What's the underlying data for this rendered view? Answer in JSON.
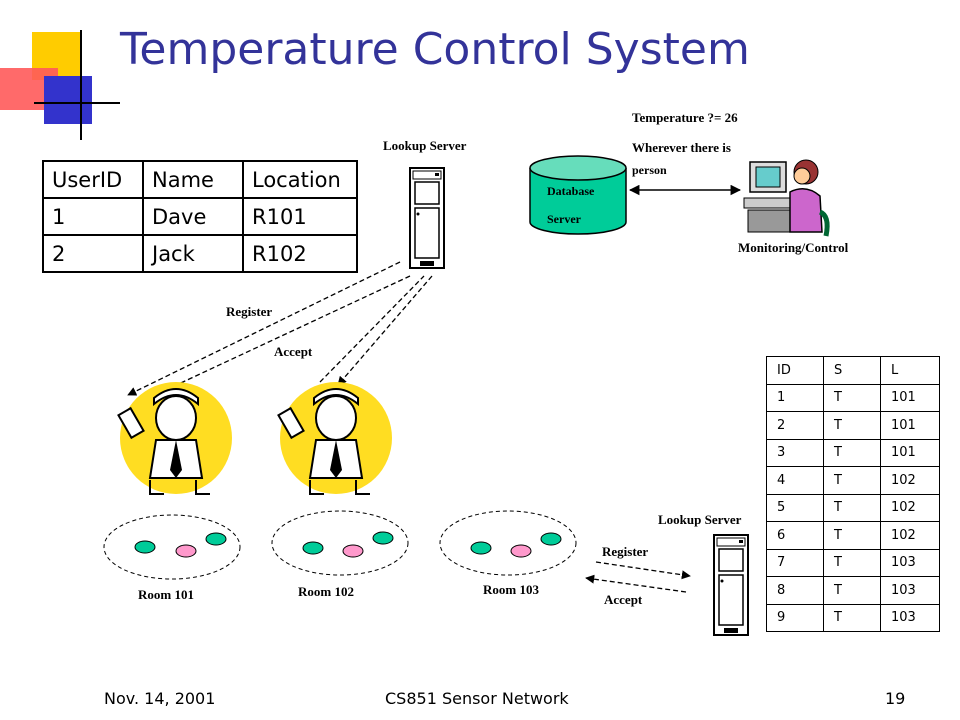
{
  "slide": {
    "title": "Temperature Control System",
    "footer_left": "Nov. 14, 2001",
    "footer_center": "CS851 Sensor Network",
    "footer_right": "19"
  },
  "user_table": {
    "headers": [
      "UserID",
      "Name",
      "Location"
    ],
    "rows": [
      [
        "1",
        "Dave",
        "R101"
      ],
      [
        "2",
        "Jack",
        "R102"
      ]
    ]
  },
  "sensor_table": {
    "headers": [
      "ID",
      "S",
      "L"
    ],
    "rows": [
      [
        "1",
        "T",
        "101"
      ],
      [
        "2",
        "T",
        "101"
      ],
      [
        "3",
        "T",
        "101"
      ],
      [
        "4",
        "T",
        "102"
      ],
      [
        "5",
        "T",
        "102"
      ],
      [
        "6",
        "T",
        "102"
      ],
      [
        "7",
        "T",
        "103"
      ],
      [
        "8",
        "T",
        "103"
      ],
      [
        "9",
        "T",
        "103"
      ]
    ]
  },
  "labels": {
    "lookup_server_top": "Lookup Server",
    "lookup_server_bottom": "Lookup Server",
    "database_line1": "Database",
    "database_line2": "Server",
    "query_line1": "Temperature ?= 26",
    "query_line2": "Wherever there is",
    "query_line3": "person",
    "monitoring": "Monitoring/Control",
    "register_top": "Register",
    "accept_top": "Accept",
    "register_bottom": "Register",
    "accept_bottom": "Accept",
    "room1": "Room 101",
    "room2": "Room 102",
    "room3": "Room 103"
  },
  "colors": {
    "title": "#333399",
    "sensor_green": "#00cc99",
    "sensor_pink": "#ff99cc",
    "person_circle": "#ffdd22",
    "monitor_woman": "#cc66cc"
  }
}
